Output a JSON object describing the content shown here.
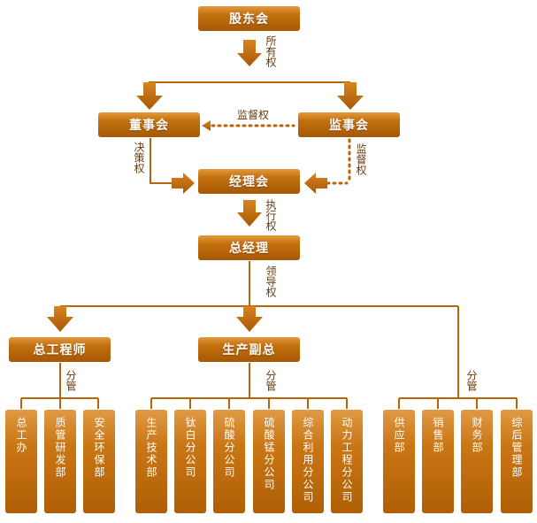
{
  "colors": {
    "box": "#b8650a",
    "line": "#b8650a",
    "text": "#6a3a0a"
  },
  "nodes": {
    "shareholders": "股东会",
    "board": "董事会",
    "supervisors": "监事会",
    "managers": "经理会",
    "gm": "总经理",
    "chief_engineer": "总工程师",
    "production_vp": "生产副总"
  },
  "labels": {
    "ownership": "所有权",
    "supervision_h": "监督权",
    "supervision_v": "监督权",
    "decision": "决策权",
    "execution": "执行权",
    "leadership": "领导权",
    "manage1": "分管",
    "manage2": "分管",
    "manage3": "分管"
  },
  "departments": [
    {
      "name": "总工办"
    },
    {
      "name": "质管研发部"
    },
    {
      "name": "安全环保部"
    },
    {
      "name": "生产技术部"
    },
    {
      "name": "钛白分公司"
    },
    {
      "name": "硫酸分公司"
    },
    {
      "name": "硫酸锰分公司"
    },
    {
      "name": "综合利用分公司"
    },
    {
      "name": "动力工程分公司"
    },
    {
      "name": "供应部"
    },
    {
      "name": "销售部"
    },
    {
      "name": "财务部"
    },
    {
      "name": "综后管理部"
    }
  ]
}
